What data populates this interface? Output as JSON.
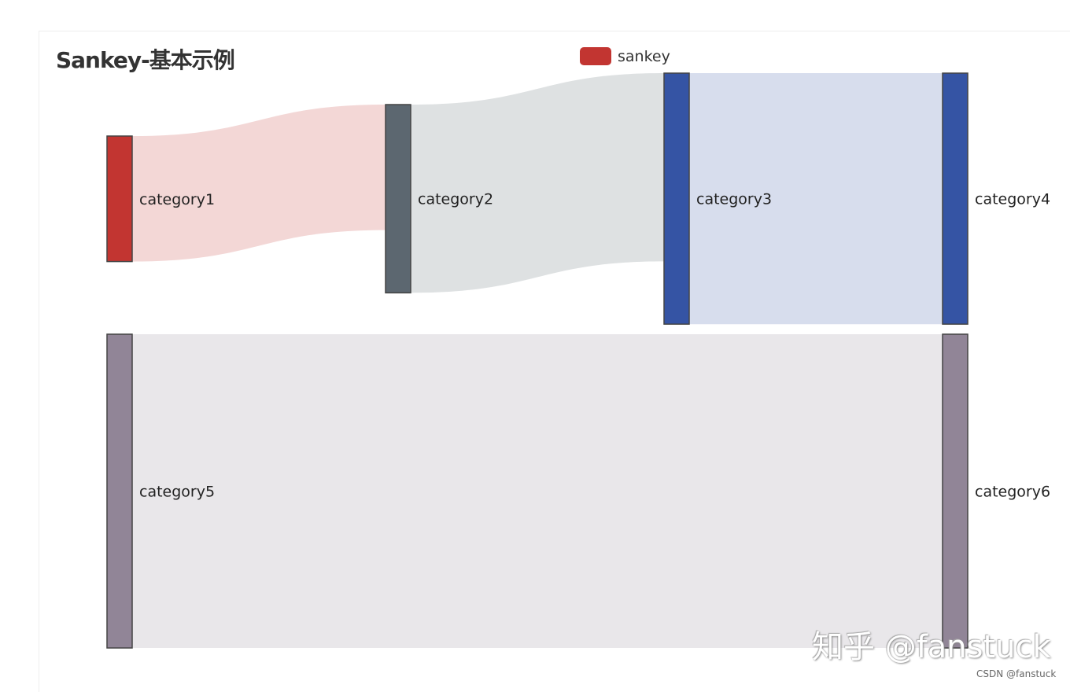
{
  "chart_data": {
    "type": "sankey",
    "title": "Sankey-基本示例",
    "legend": {
      "entries": [
        "sankey"
      ],
      "placement": "top-center"
    },
    "nodes": [
      {
        "name": "category1",
        "color": "#c23531"
      },
      {
        "name": "category2",
        "color": "#5c6770"
      },
      {
        "name": "category3",
        "color": "#3554a4"
      },
      {
        "name": "category4",
        "color": "#3554a4"
      },
      {
        "name": "category5",
        "color": "#918597"
      },
      {
        "name": "category6",
        "color": "#918597"
      }
    ],
    "links": [
      {
        "source": "category1",
        "target": "category2",
        "value": 10
      },
      {
        "source": "category2",
        "target": "category3",
        "value": 15
      },
      {
        "source": "category3",
        "target": "category4",
        "value": 20
      },
      {
        "source": "category5",
        "target": "category6",
        "value": 25
      }
    ],
    "link_opacity": 0.2
  },
  "watermarks": {
    "zhihu": "知乎 @fanstuck",
    "csdn": "CSDN @fanstuck"
  }
}
